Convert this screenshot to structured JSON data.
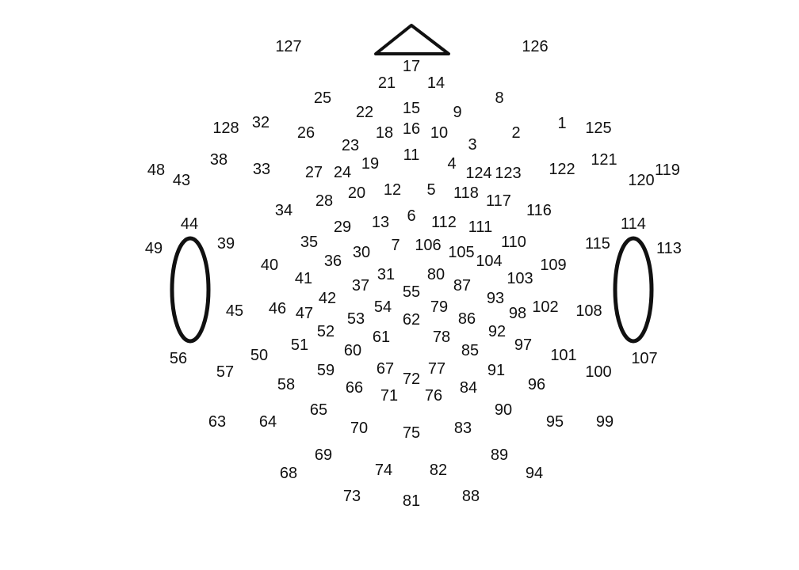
{
  "diagram": {
    "nose_icon": "nose-triangle-icon",
    "left_ear_icon": "left-ear-icon",
    "right_ear_icon": "right-ear-icon",
    "colors": {
      "text": "#111111",
      "outline": "#111111",
      "background": "#ffffff"
    }
  },
  "electrodes": [
    "127",
    "126",
    "17",
    "21",
    "14",
    "25",
    "8",
    "22",
    "15",
    "9",
    "128",
    "32",
    "26",
    "18",
    "16",
    "10",
    "2",
    "1",
    "125",
    "23",
    "3",
    "11",
    "48",
    "43",
    "38",
    "33",
    "27",
    "24",
    "19",
    "4",
    "124",
    "123",
    "122",
    "121",
    "120",
    "119",
    "20",
    "12",
    "5",
    "118",
    "117",
    "28",
    "34",
    "116",
    "6",
    "13",
    "112",
    "111",
    "114",
    "44",
    "29",
    "35",
    "7",
    "106",
    "110",
    "115",
    "39",
    "49",
    "30",
    "105",
    "113",
    "36",
    "104",
    "40",
    "109",
    "41",
    "31",
    "80",
    "103",
    "37",
    "87",
    "42",
    "55",
    "93",
    "46",
    "79",
    "102",
    "45",
    "54",
    "98",
    "108",
    "47",
    "53",
    "62",
    "86",
    "52",
    "92",
    "78",
    "61",
    "51",
    "97",
    "60",
    "85",
    "50",
    "101",
    "56",
    "107",
    "67",
    "77",
    "91",
    "57",
    "59",
    "100",
    "72",
    "58",
    "66",
    "84",
    "96",
    "71",
    "76",
    "90",
    "65",
    "63",
    "64",
    "95",
    "99",
    "83",
    "70",
    "75",
    "69",
    "89",
    "68",
    "74",
    "82",
    "94",
    "73",
    "88",
    "81"
  ]
}
